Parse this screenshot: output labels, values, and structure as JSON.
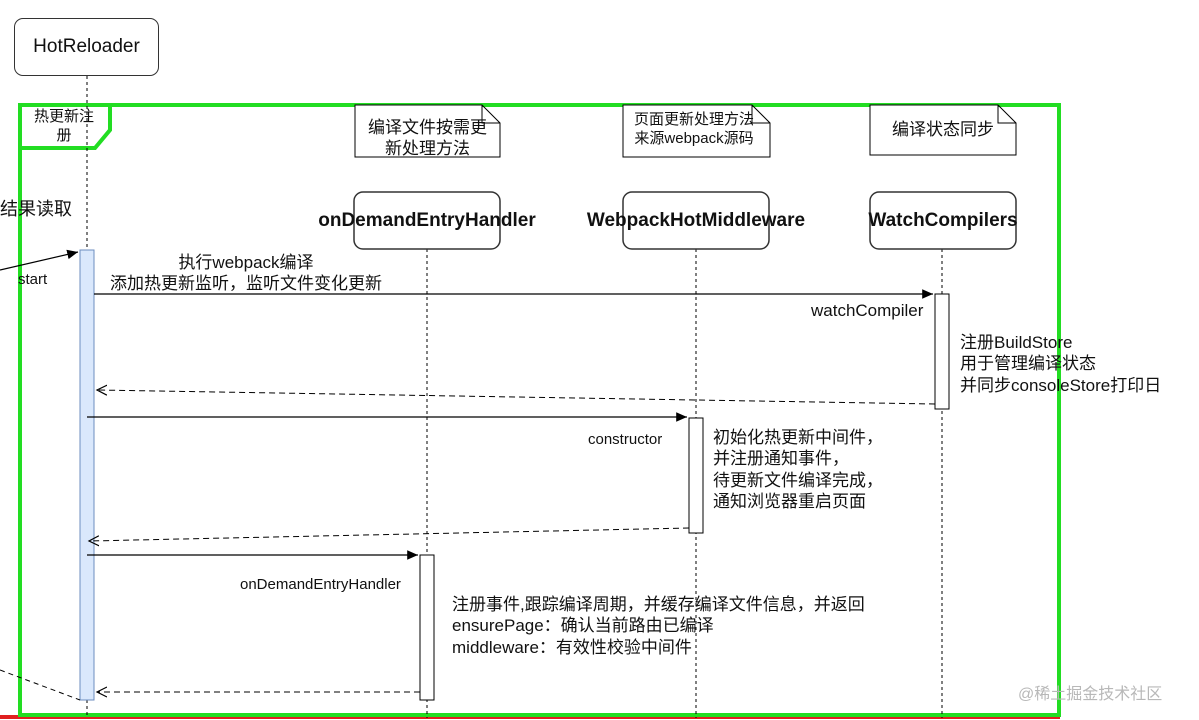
{
  "diagram": {
    "participants": [
      {
        "id": "hotreloader",
        "label": "HotReloader"
      },
      {
        "id": "ondemand",
        "label": "onDemandEntryHandler",
        "note": "编译文件按需更\n新处理方法"
      },
      {
        "id": "webpackhot",
        "label": "WebpackHotMiddleware",
        "note": "页面更新处理方法\n来源webpack源码"
      },
      {
        "id": "watch",
        "label": "WatchCompilers",
        "note": "编译状态同步"
      }
    ],
    "frame_label": "热更新注\n册",
    "left_text": "结果读取",
    "start_label": "start",
    "messages": [
      {
        "label": "执行webpack编译\n添加热更新监听，监听文件变化更新",
        "method": "watchCompiler",
        "note": "注册BuildStore\n用于管理编译状态\n并同步consoleStore打印日"
      },
      {
        "label": "",
        "method": "constructor",
        "note": "初始化热更新中间件，\n并注册通知事件，\n待更新文件编译完成，\n通知浏览器重启页面"
      },
      {
        "label": "",
        "method": "onDemandEntryHandler",
        "note": "注册事件,跟踪编译周期，并缓存编译文件信息，并返回\nensurePage：确认当前路由已编译\nmiddleware：有效性校验中间件"
      }
    ],
    "watermark": "@稀土掘金技术社区",
    "colors": {
      "frame": "#22dd22",
      "activation": "#dae8fc",
      "line": "#000000",
      "accent_red": "#e02020"
    }
  }
}
